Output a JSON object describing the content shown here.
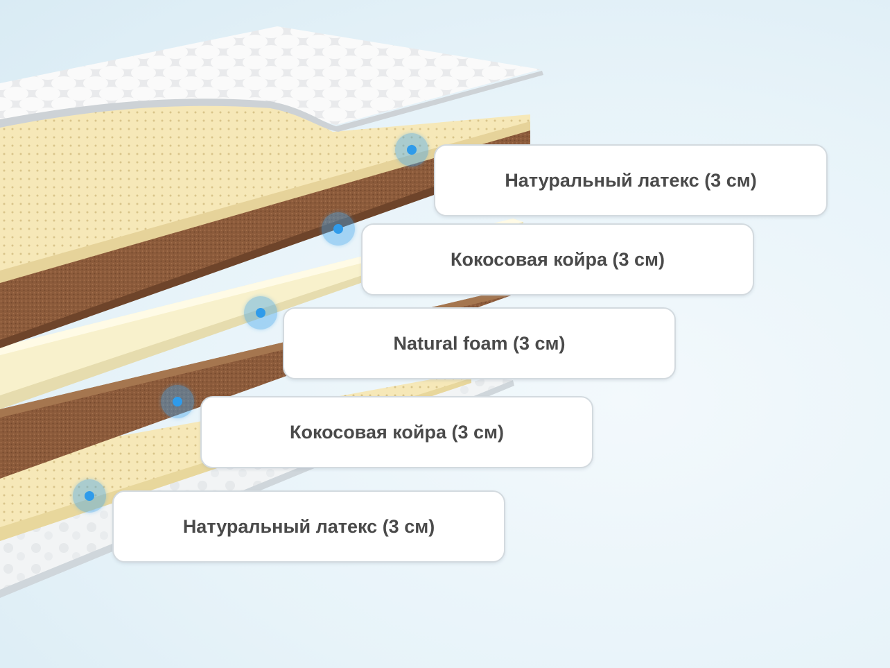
{
  "layers": [
    {
      "name": "Натуральный латекс (3 см)",
      "color": "#f6e8b8"
    },
    {
      "name": "Кокосовая койра (3 см)",
      "color": "#8c5a3a"
    },
    {
      "name": "Natural foam (3 см)",
      "color": "#f7f0c7"
    },
    {
      "name": "Кокосовая койра (3 см)",
      "color": "#8c5a3a"
    },
    {
      "name": "Натуральный латекс (3 см)",
      "color": "#f6e8b8"
    }
  ],
  "accent_color": "#2f9bea"
}
